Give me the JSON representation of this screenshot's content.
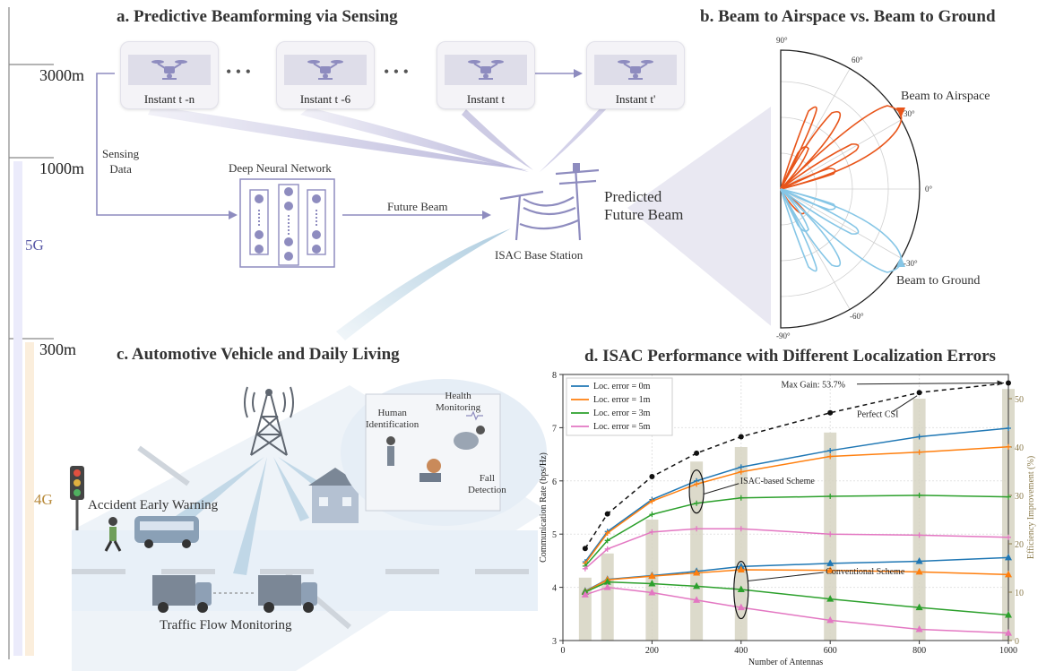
{
  "altitude": {
    "labels": [
      "3000m",
      "1000m",
      "300m"
    ],
    "bands": [
      {
        "label": "5G",
        "color": "#5a5aa8",
        "fill": "#ebebfb"
      },
      {
        "label": "4G",
        "color": "#b88a3a",
        "fill": "#fbeedc"
      }
    ]
  },
  "panel_a": {
    "title": "a. Predictive Beamforming via Sensing",
    "instants": [
      "Instant t -n",
      "Instant t -6",
      "Instant t",
      "Instant t'"
    ],
    "ellipsis": "• • •",
    "sensing_label": "Sensing\nData",
    "dnn_label": "Deep Neural Network",
    "future_beam_label": "Future Beam",
    "base_station_label": "ISAC Base Station",
    "predicted_label": "Predicted\nFuture Beam",
    "accent_color": "#8e8cbf"
  },
  "panel_b": {
    "title": "b. Beam to Airspace vs.  Beam to Ground",
    "angle_labels": [
      "90°",
      "60°",
      "30°",
      "0°",
      "-30°",
      "-60°",
      "-90°"
    ],
    "beam_airspace_label": "Beam to Airspace",
    "beam_ground_label": "Beam to Ground",
    "airspace_color": "#e8551a",
    "ground_color": "#86c6e6"
  },
  "panel_c": {
    "title": "c. Automotive Vehicle and Daily Living",
    "labels": {
      "accident": "Accident Early Warning",
      "traffic": "Traffic Flow Monitoring",
      "human_id": "Human\nIdentification",
      "health": "Health\nMonitoring",
      "fall": "Fall\nDetection"
    }
  },
  "panel_d": {
    "title": "d. ISAC Performance with Different Localization Errors",
    "annotations": {
      "max_gain": "Max Gain: 53.7%",
      "perfect_csi": "Perfect CSI",
      "isac_scheme": "ISAC-based Scheme",
      "conventional": "Conventional Scheme"
    }
  },
  "chart_data": {
    "type": "line",
    "xlabel": "Number of Antennas",
    "ylabel": "Communication Rate (bps/Hz)",
    "y2label": "Efficiency Improvement (%)",
    "xlim": [
      0,
      1000
    ],
    "ylim": [
      3,
      8
    ],
    "y2lim": [
      0,
      55
    ],
    "xticks": [
      0,
      200,
      400,
      600,
      800,
      1000
    ],
    "yticks": [
      3,
      4,
      5,
      6,
      7,
      8
    ],
    "y2ticks": [
      0,
      10,
      20,
      30,
      40,
      50
    ],
    "x": [
      50,
      100,
      200,
      300,
      400,
      600,
      800,
      1000
    ],
    "grid": true,
    "legend_position": "top-left",
    "perfect_csi": {
      "values": [
        4.73,
        5.38,
        6.08,
        6.52,
        6.83,
        7.28,
        7.66,
        7.84
      ],
      "color": "#111111"
    },
    "isac_series": [
      {
        "name": "Loc. error = 0m",
        "color": "#1f77b4",
        "values": [
          4.48,
          5.05,
          5.65,
          6.0,
          6.26,
          6.57,
          6.83,
          6.99
        ]
      },
      {
        "name": "Loc. error = 1m",
        "color": "#ff7f0e",
        "values": [
          4.45,
          5.02,
          5.62,
          5.94,
          6.17,
          6.46,
          6.54,
          6.64
        ]
      },
      {
        "name": "Loc. error = 3m",
        "color": "#2ca02c",
        "values": [
          4.4,
          4.88,
          5.37,
          5.58,
          5.68,
          5.71,
          5.73,
          5.7
        ]
      },
      {
        "name": "Loc. error = 5m",
        "color": "#e377c2",
        "values": [
          4.35,
          4.72,
          5.04,
          5.1,
          5.1,
          5.0,
          4.98,
          4.94
        ]
      }
    ],
    "conventional_series": [
      {
        "name": "Loc. error = 0m",
        "color": "#1f77b4",
        "values": [
          3.93,
          4.15,
          4.22,
          4.3,
          4.39,
          4.45,
          4.49,
          4.56
        ]
      },
      {
        "name": "Loc. error = 1m",
        "color": "#ff7f0e",
        "values": [
          3.92,
          4.14,
          4.21,
          4.27,
          4.33,
          4.32,
          4.29,
          4.24
        ]
      },
      {
        "name": "Loc. error = 3m",
        "color": "#2ca02c",
        "values": [
          3.91,
          4.1,
          4.07,
          4.02,
          3.96,
          3.78,
          3.62,
          3.48
        ]
      },
      {
        "name": "Loc. error = 5m",
        "color": "#e377c2",
        "values": [
          3.86,
          4.0,
          3.9,
          3.76,
          3.62,
          3.38,
          3.21,
          3.14
        ]
      }
    ],
    "improvement_bars": {
      "values": [
        13,
        18,
        25,
        37,
        40,
        43,
        50,
        52
      ],
      "color": "#d6d3c2"
    }
  }
}
